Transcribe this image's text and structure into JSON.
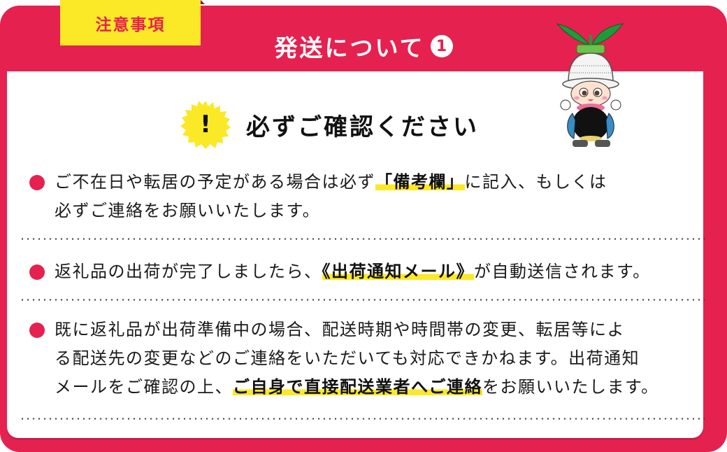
{
  "header": {
    "tag_label": "注意事項",
    "title": "発送について",
    "title_number": "1"
  },
  "confirm": {
    "icon": "exclamation-burst-icon",
    "mark": "!",
    "text": "必ずご確認ください"
  },
  "mascot": {
    "icon": "mascot-character-icon"
  },
  "colors": {
    "brand_red": "#e52150",
    "highlight_yellow": "#fbe826",
    "text": "#1a1a1a"
  },
  "items": [
    {
      "line1_pre": "ご不在日や転居の予定がある場合は必ず",
      "highlight": "「備考欄」",
      "line1_post": "に記入、もしくは",
      "line2": "必ずご連絡をお願いいたします。"
    },
    {
      "pre": "返礼品の出荷が完了しましたら、",
      "highlight": "《出荷通知メール》",
      "post": "が自動送信されます。"
    },
    {
      "line1": "既に返礼品が出荷準備中の場合、配送時期や時間帯の変更、転居等によ",
      "line2": "る配送先の変更などのご連絡をいただいても対応できかねます。出荷通知",
      "line3_pre": "メールをご確認の上、",
      "highlight": "ご自身で直接配送業者へご連絡",
      "line3_post": "をお願いいたします。"
    }
  ]
}
